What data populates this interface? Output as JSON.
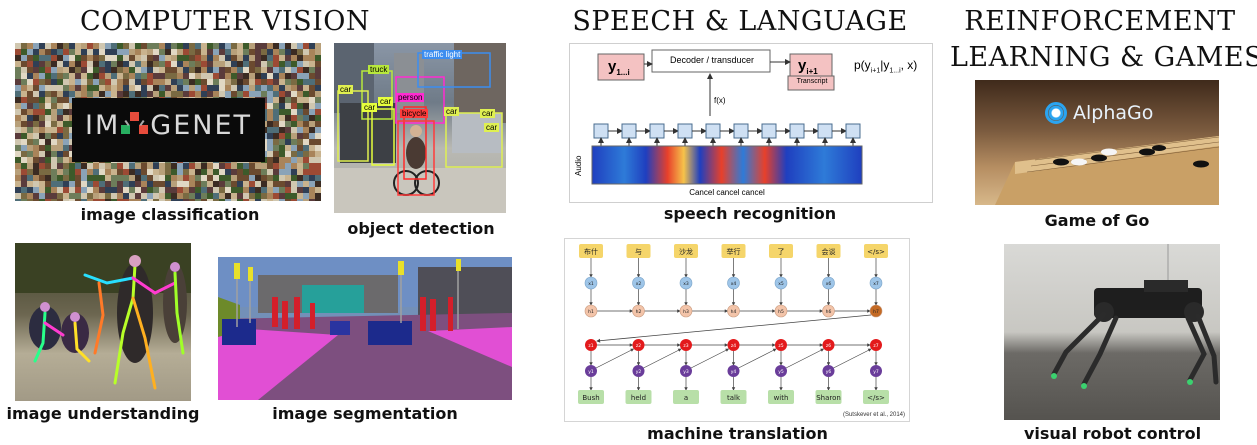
{
  "headings": {
    "cv": "COMPUTER VISION",
    "sl": "SPEECH & LANGUAGE",
    "rl_line1": "REINFORCEMENT",
    "rl_line2": "LEARNING & GAMES"
  },
  "captions": {
    "image_classification": "image classification",
    "object_detection": "object detection",
    "image_understanding": "image understanding",
    "image_segmentation": "image segmentation",
    "speech_recognition": "speech recognition",
    "machine_translation": "machine translation",
    "game_of_go": "Game of Go",
    "visual_robot_control": "visual robot control"
  },
  "imagenet": {
    "logo_left": "IM",
    "logo_right": "GENET"
  },
  "detection": {
    "labels": [
      "truck",
      "traffic light",
      "car",
      "car",
      "car",
      "person",
      "bicycle",
      "car",
      "car",
      "car"
    ]
  },
  "speech": {
    "y_in": "y",
    "y_in_sub": "1...i",
    "decoder": "Decoder / transducer",
    "y_out": "y",
    "y_out_sub": "i+1",
    "transcript": "Transcript",
    "prob": "p(y",
    "prob_sub": "i+1",
    "prob_mid": "|y",
    "prob_sub2": "1...i",
    "prob_end": ", x)",
    "fx": "f(x)",
    "audio": "Audio",
    "spectrogram_caption": "Cancel cancel cancel"
  },
  "translation": {
    "source_tokens": [
      "布什",
      "与",
      "沙龙",
      "举行",
      "了",
      "会谈",
      "</s>"
    ],
    "x_nodes": [
      "x1",
      "x2",
      "x3",
      "x4",
      "x5",
      "x6",
      "x7"
    ],
    "h_nodes": [
      "h1",
      "h2",
      "h3",
      "h4",
      "h5",
      "h6",
      "h7"
    ],
    "z_nodes": [
      "z1",
      "z2",
      "z3",
      "z4",
      "z5",
      "z6",
      "z7"
    ],
    "y_nodes": [
      "y1",
      "y2",
      "y3",
      "y4",
      "y5",
      "y6",
      "y7"
    ],
    "target_tokens": [
      "Bush",
      "held",
      "a",
      "talk",
      "with",
      "Sharon",
      "</s>"
    ],
    "citation": "(Sutskever et al., 2014)"
  },
  "go": {
    "brand": "AlphaGo"
  },
  "colors": {
    "spectrogram_hot": "#e8402a",
    "spectrogram_cold": "#1f3fbf",
    "mt_token": "#f5d56a",
    "mt_x": "#9ec5e8",
    "mt_h": "#f3c4a9",
    "mt_z": "#e31a1c",
    "mt_y": "#6a3d9a",
    "mt_target": "#b8dfa8",
    "segmentation_road": "#7d4f7f",
    "segmentation_sidewalk": "#e14fd4",
    "segmentation_person": "#d41f2a",
    "segmentation_car": "#1c2a8c",
    "segmentation_vegetation": "#6d8a2a"
  }
}
